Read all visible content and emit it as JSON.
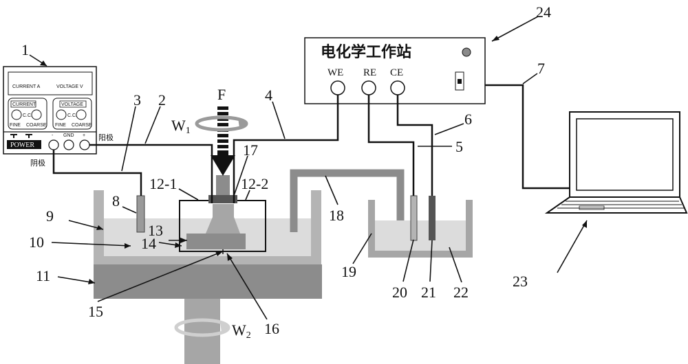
{
  "labels": {
    "n1": "1",
    "n2": "2",
    "n3": "3",
    "n4": "4",
    "n5": "5",
    "n6": "6",
    "n7": "7",
    "n8": "8",
    "n9": "9",
    "n10": "10",
    "n11": "11",
    "n12_1": "12-1",
    "n12_2": "12-2",
    "n13": "13",
    "n14": "14",
    "n15": "15",
    "n16": "16",
    "n17": "17",
    "n18": "18",
    "n19": "19",
    "n20": "20",
    "n21": "21",
    "n22": "22",
    "n23": "23",
    "n24": "24"
  },
  "force_label": "F",
  "rotation": {
    "w1_main": "W",
    "w1_sub": "1",
    "w2_main": "W",
    "w2_sub": "2"
  },
  "power_supply": {
    "current_label": "CURRENT  A",
    "voltage_label": "VOLTAGE  V",
    "current_btn": "CURRENT",
    "voltage_btn": "VOLTAGE",
    "cc_left": "C.C.",
    "cc_right": "C.C.",
    "fine_left": "FINE",
    "coarse_left": "COARSE",
    "fine_right": "FINE",
    "coarse_right": "COARSE",
    "power_btn": "POWER",
    "minus": "-",
    "gnd": "GND",
    "plus": "+"
  },
  "anode_label": "阳极",
  "cathode_label": "阴极",
  "workstation": {
    "title": "电化学工作站",
    "we": "WE",
    "re": "RE",
    "ce": "CE"
  },
  "colors": {
    "gray_dark": "#8c8c8c",
    "gray_mid": "#a6a6a6",
    "gray_light": "#d2d2d2",
    "electrolyte": "#dcdcdc",
    "led": "#8a8a8a"
  }
}
